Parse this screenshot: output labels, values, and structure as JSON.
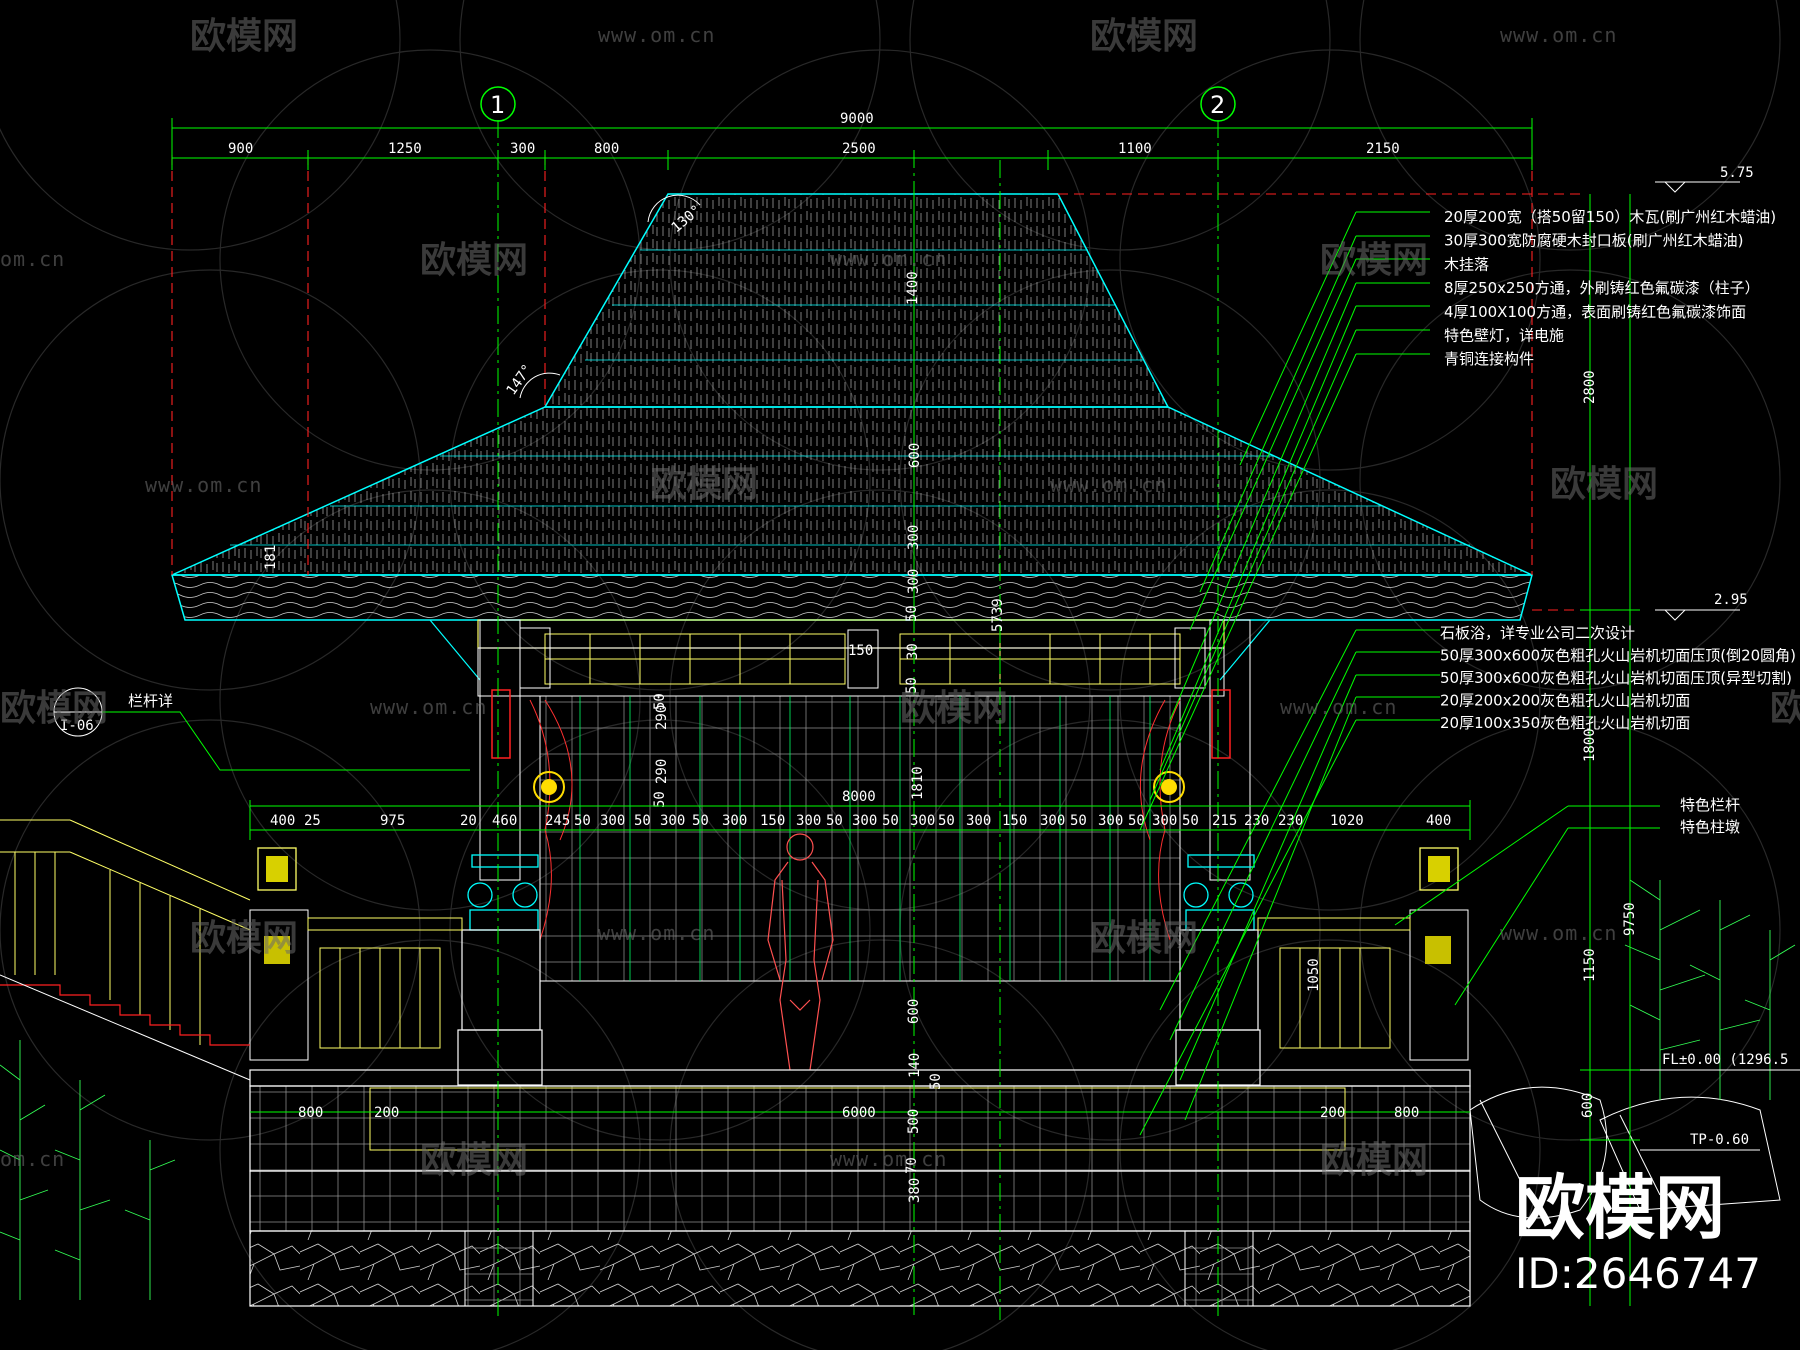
{
  "axes": [
    "1",
    "2"
  ],
  "top_dims": {
    "overall": "9000",
    "segments": [
      "900",
      "1250",
      "300",
      "800",
      "2500",
      "1100",
      "2150"
    ]
  },
  "roof_dims": {
    "angle_top": "130°",
    "angle_mid": "147°",
    "v1400": "1400",
    "v600": "600",
    "v300a": "300",
    "v300b": "300",
    "v50": "50",
    "v5739": "5739",
    "eave": "181"
  },
  "upper_notes": [
    "20厚200宽（搭50留150）木瓦(刷广州红木蜡油)",
    "30厚300宽防腐硬木封口板(刷广州红木蜡油)",
    "木挂落",
    "8厚250x250方通，外刷铸红色氟碳漆（柱子）",
    "4厚100X100方通，表面刷铸红色氟碳漆饰面",
    "特色壁灯，详电施",
    "青铜连接构件"
  ],
  "lower_notes": [
    "石板浴，详专业公司二次设计",
    "50厚300x600灰色粗孔火山岩机切面压顶(倒20圆角)",
    "50厚300x600灰色粗孔火山岩机切面压顶(异型切割)",
    "20厚200x200灰色粗孔火山岩机切面",
    "20厚100x350灰色粗孔火山岩机切面"
  ],
  "rail_notes": [
    "特色栏杆",
    "特色柱墩"
  ],
  "left_ref": {
    "code": "I-06",
    "label": "栏杆详"
  },
  "mid_dims": {
    "overall": "8000",
    "segments": [
      "400",
      "25",
      "975",
      "20",
      "460",
      "245",
      "50",
      "300",
      "50",
      "300",
      "50",
      "300",
      "150",
      "300",
      "50",
      "300",
      "50",
      "300",
      "50",
      "300",
      "150",
      "300",
      "50",
      "300",
      "50",
      "300",
      "50",
      "215",
      "230",
      "230",
      "1020",
      "400"
    ]
  },
  "screen_dims": {
    "v150": "150",
    "v30": "30",
    "v50b": "50",
    "v290a": "290",
    "v50c": "50",
    "v290b": "290",
    "v50d": "50",
    "v1810": "1810"
  },
  "base_dims": {
    "segments": [
      "800",
      "200",
      "6000",
      "200",
      "800"
    ],
    "v600": "600",
    "v140": "140",
    "v50": "50",
    "v500": "500",
    "v70": "70",
    "v380": "380",
    "v1050": "1050"
  },
  "right_dims": {
    "v2800": "2800",
    "v1800": "1800",
    "v1150": "1150",
    "v9750": "9750",
    "v600": "600"
  },
  "levels": {
    "top": "5.75",
    "eave": "2.95",
    "floor": "FL±0.00 (1296.5",
    "ground": "TP-0.60"
  },
  "watermarks": {
    "brand": "欧模网",
    "url": "www.om.cn",
    "url_short": "om.cn"
  },
  "corner_brand": {
    "title": "欧模网",
    "id": "ID:2646747"
  },
  "colors": {
    "dim_line": "#00ff00",
    "roof": "#00ffff",
    "red_dash": "#ff2020",
    "rail": "#ffff66",
    "white": "#ffffff"
  }
}
